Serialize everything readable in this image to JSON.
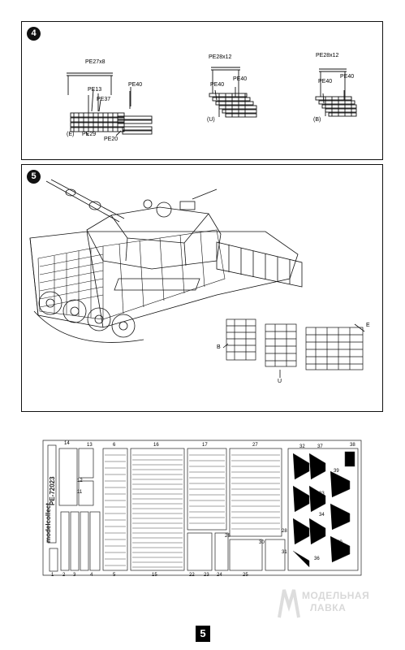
{
  "step4": {
    "number": "4",
    "assembly_e": {
      "variant": "(E)",
      "labels": [
        "PE27x8",
        "PE13",
        "PE37",
        "PE40",
        "PE29",
        "PE20"
      ]
    },
    "assembly_u": {
      "variant": "(U)",
      "labels": [
        "PE28x12",
        "PE40",
        "PE40"
      ]
    },
    "assembly_b": {
      "variant": "(B)",
      "labels": [
        "PE28x12",
        "PE40",
        "PE40"
      ]
    }
  },
  "step5": {
    "number": "5",
    "callouts": [
      "B",
      "U",
      "E"
    ]
  },
  "fret": {
    "brand": "modelcollect",
    "code": "PE-72023",
    "part_numbers": [
      "14",
      "13",
      "12",
      "11",
      "6",
      "16",
      "17",
      "27",
      "32",
      "37",
      "38",
      "39",
      "33",
      "34",
      "35",
      "36",
      "40",
      "1",
      "2",
      "3",
      "4",
      "5",
      "15",
      "22",
      "23",
      "24",
      "25",
      "26",
      "28",
      "30",
      "31"
    ]
  },
  "watermark": {
    "line1": "МОДЕЛЬНАЯ",
    "line2": "ЛАВКА"
  },
  "page_number": "5"
}
